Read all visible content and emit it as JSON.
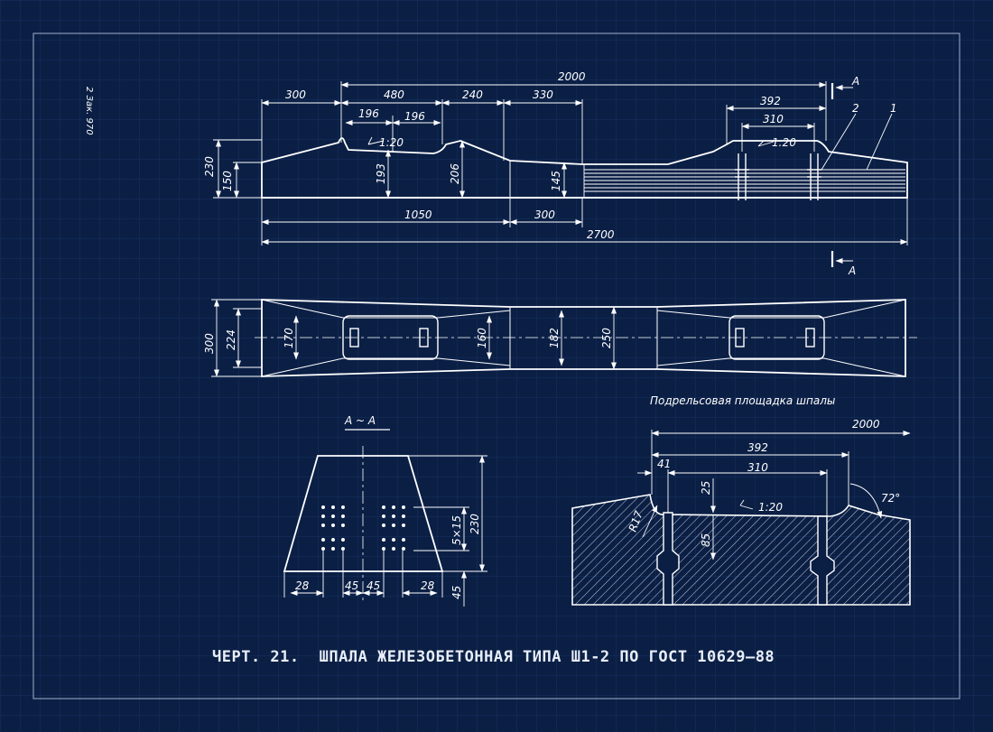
{
  "sheet": {
    "margin_note": "2 Зак. 970",
    "caption_number": "ЧЕРТ. 21.",
    "caption_title": "ШПАЛА ЖЕЛЕЗОБЕТОННАЯ ТИПА Ш1-2 ПО ГОСТ 10629—88"
  },
  "colors": {
    "background": "#0b1f45",
    "line": "#ffffff",
    "grid": "#14305e"
  },
  "elevation": {
    "dims": {
      "total_top": "2000",
      "d300_left": "300",
      "d480": "480",
      "d240": "240",
      "d330": "330",
      "d196a": "196",
      "d196b": "196",
      "slope_left": "1:20",
      "h230": "230",
      "h150": "150",
      "h193": "193",
      "h206": "206",
      "h145": "145",
      "d1050": "1050",
      "d300_bottom": "300",
      "total_length": "2700",
      "d392": "392",
      "d310": "310",
      "slope_right": "1:20"
    },
    "section_mark": "А",
    "callout_1": "1",
    "callout_2": "2"
  },
  "plan": {
    "dims": {
      "w300": "300",
      "w224": "224",
      "w170": "170",
      "w160": "160",
      "w182": "182",
      "w250": "250"
    }
  },
  "section_aa": {
    "title": "А ~ А",
    "dims": {
      "b28a": "28",
      "b45a": "45",
      "b45b": "45",
      "b28b": "28",
      "h230": "230",
      "pitch": "5×15",
      "h45": "45"
    }
  },
  "rail_seat": {
    "title": "Подрельсовая площадка шпалы",
    "dims": {
      "d2000": "2000",
      "d392": "392",
      "d41": "41",
      "d310": "310",
      "d25": "25",
      "r17": "R17",
      "slope": "1:20",
      "angle": "72°",
      "d85": "85"
    }
  }
}
